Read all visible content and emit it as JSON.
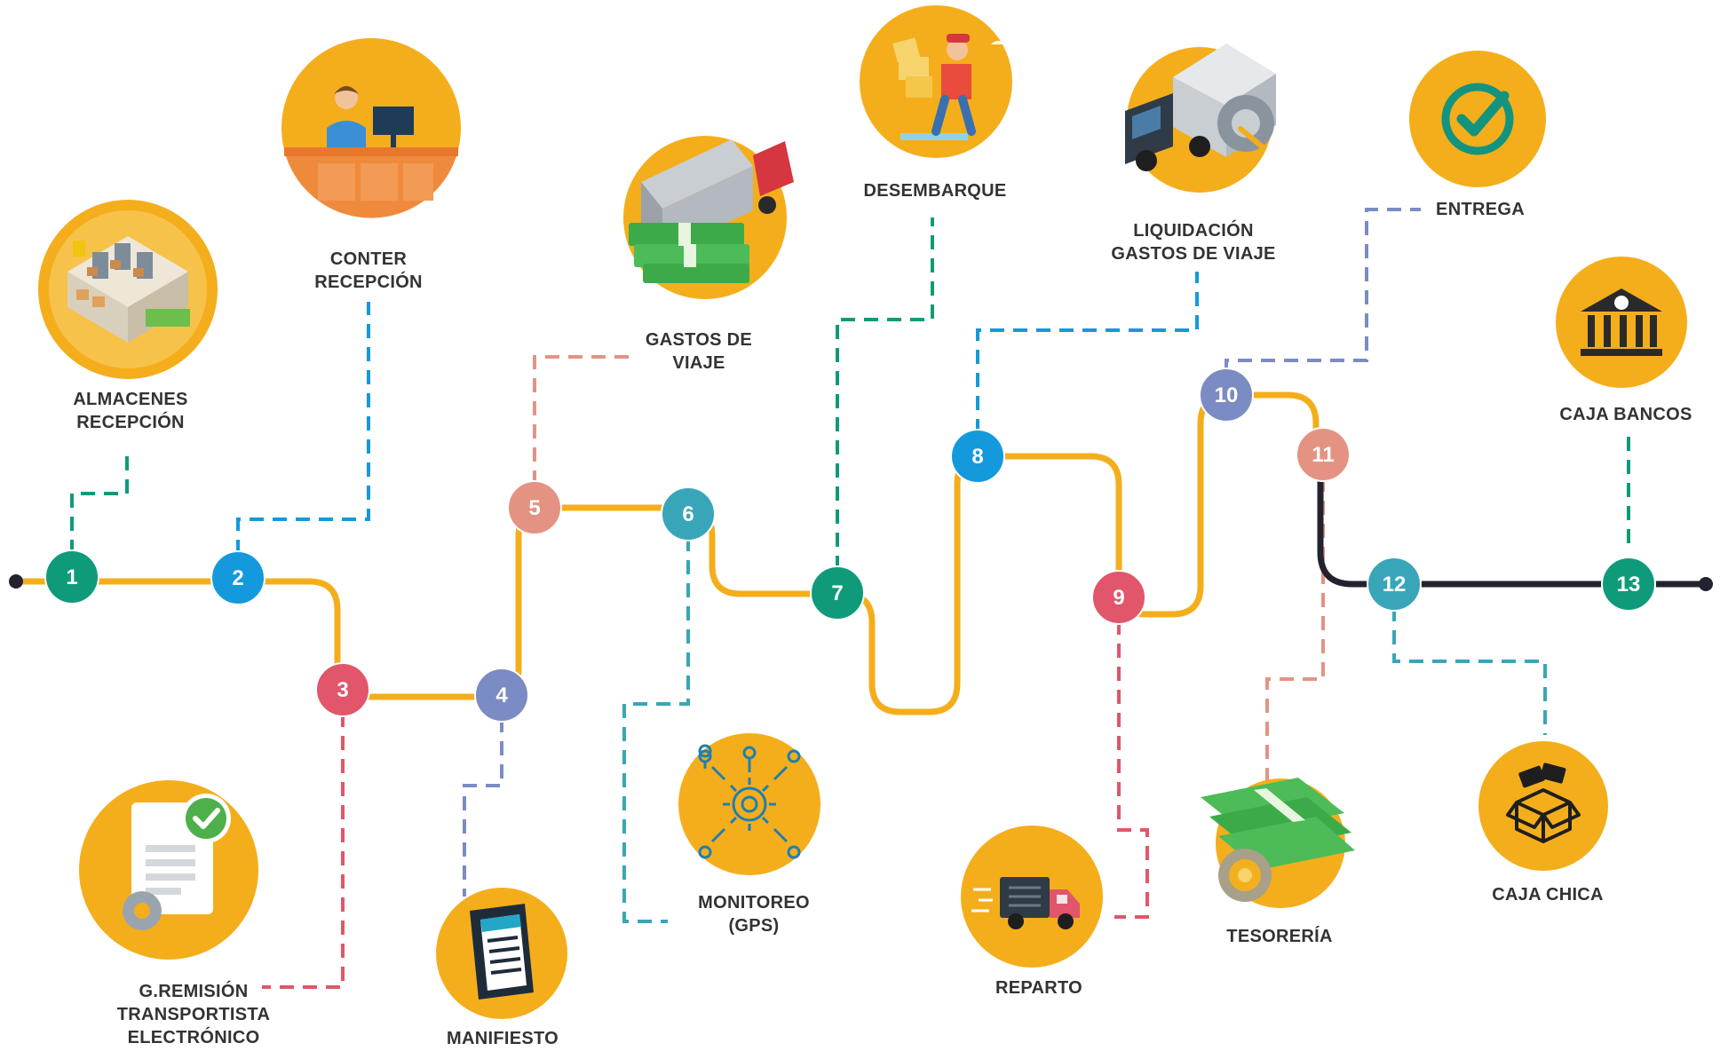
{
  "colors": {
    "main_line": "#F4AE1C",
    "end_line": "#23232F",
    "circle_bg": "#F4AE1C",
    "label": "#333333"
  },
  "steps": [
    {
      "num": "1",
      "label_lines": [
        "ALMACENES",
        "RECEPCIÓN"
      ],
      "color": "#0F9B7A",
      "icon": "warehouse-icon"
    },
    {
      "num": "2",
      "label_lines": [
        "CONTER",
        "RECEPCIÓN"
      ],
      "color": "#1499DD",
      "icon": "reception-desk-icon"
    },
    {
      "num": "3",
      "label_lines": [
        "G.REMISIÓN",
        "TRANSPORTISTA",
        "ELECTRÓNICO"
      ],
      "color": "#E1566A",
      "icon": "e-document-icon"
    },
    {
      "num": "4",
      "label_lines": [
        "MANIFIESTO"
      ],
      "color": "#7B8CC4",
      "icon": "manifest-icon"
    },
    {
      "num": "5",
      "label_lines": [
        "GASTOS DE",
        "VIAJE"
      ],
      "color": "#E49383",
      "icon": "truck-money-icon"
    },
    {
      "num": "6",
      "label_lines": [
        "MONITOREO",
        "(GPS)"
      ],
      "color": "#38A6B8",
      "icon": "gps-gear-icon"
    },
    {
      "num": "7",
      "label_lines": [
        "DESEMBARQUE"
      ],
      "color": "#0F9B7A",
      "icon": "unloading-worker-icon"
    },
    {
      "num": "8",
      "label_lines": [
        "LIQUIDACIÓN",
        "GASTOS DE VIAJE"
      ],
      "color": "#1499DD",
      "icon": "truck-gear-icon"
    },
    {
      "num": "9",
      "label_lines": [
        "REPARTO"
      ],
      "color": "#E1566A",
      "icon": "delivery-truck-icon"
    },
    {
      "num": "10",
      "label_lines": [
        "ENTREGA"
      ],
      "color": "#7B8CC4",
      "icon": "check-icon"
    },
    {
      "num": "11",
      "label_lines": [
        "TESORERÍA"
      ],
      "color": "#E49383",
      "icon": "money-gear-icon"
    },
    {
      "num": "12",
      "label_lines": [
        "CAJA CHICA"
      ],
      "color": "#38A6B8",
      "icon": "cash-box-icon"
    },
    {
      "num": "13",
      "label_lines": [
        "CAJA BANCOS"
      ],
      "color": "#0F9B7A",
      "icon": "bank-icon"
    }
  ]
}
